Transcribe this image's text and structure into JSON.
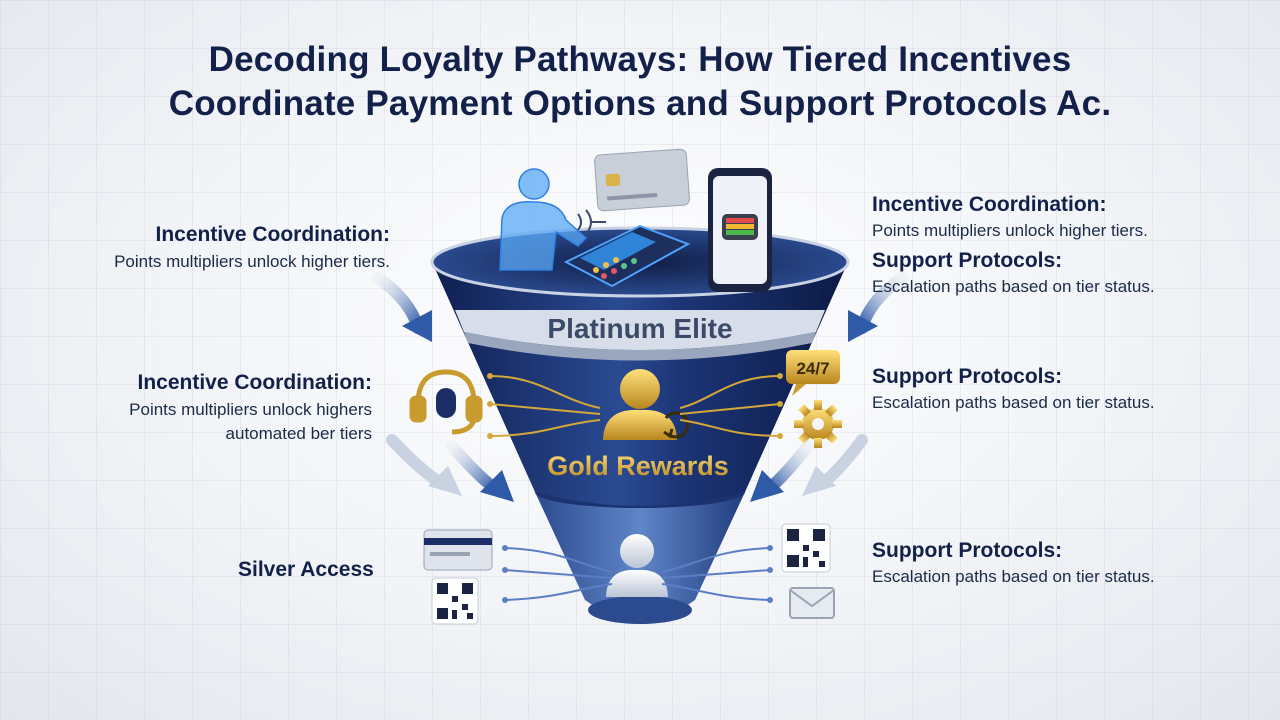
{
  "title": {
    "line1": "Decoding Loyalty Pathways: How Tiered Incentives",
    "line2": "Coordinate Payment Options and Support Protocols Ac."
  },
  "tiers": {
    "top": "Platinum Elite",
    "middle": "Gold Rewards",
    "bottom": "Silver Access"
  },
  "badge": "24/7",
  "left": {
    "block1": {
      "heading": "Incentive Coordination:",
      "body": "Points multipliers unlock higher tiers."
    },
    "block2": {
      "heading": "Incentive Coordination:",
      "body_line1": "Points multipliers unlock highers",
      "body_line2": "automated ber tiers"
    }
  },
  "right": {
    "block1": {
      "heading": "Incentive Coordination:",
      "body": "Points multipliers unlock higher tiers."
    },
    "block2": {
      "heading": "Support Protocols:",
      "body": "Escalation paths based on tier status."
    },
    "block3": {
      "heading": "Support Protocols:",
      "body": "Escalation paths based on tier status."
    },
    "block4": {
      "heading": "Support Protocols:",
      "body": "Escalation paths based on tier status."
    }
  },
  "colors": {
    "navy": "#1b2f66",
    "gold": "#d4a73a",
    "accent_blue": "#3b8fe0"
  }
}
